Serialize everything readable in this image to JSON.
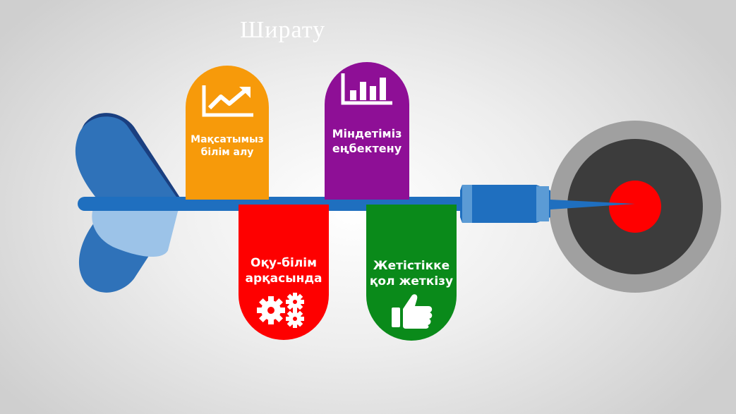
{
  "title": "Ширату",
  "colors": {
    "orange": "#f79a0a",
    "purple": "#8e0f96",
    "red": "#fe0000",
    "green": "#0a8a1a",
    "dart_blue": "#1f6fbf",
    "board_dark": "#3c3c3c",
    "board_ring": "#9e9e9e",
    "bullseye": "#ff0000"
  },
  "steps": [
    {
      "label_line1": "Мақсатымыз",
      "label_line2": "білім алу",
      "icon": "trend-up-chart-icon"
    },
    {
      "label_line1": "Міндетіміз",
      "label_line2": "еңбектену",
      "icon": "bar-chart-icon"
    },
    {
      "label_line1": "Оқу-білім",
      "label_line2": "арқасында",
      "icon": "gears-icon"
    },
    {
      "label_line1": "Жетістікке",
      "label_line2": "қол жеткізу",
      "icon": "thumbs-up-icon"
    }
  ]
}
